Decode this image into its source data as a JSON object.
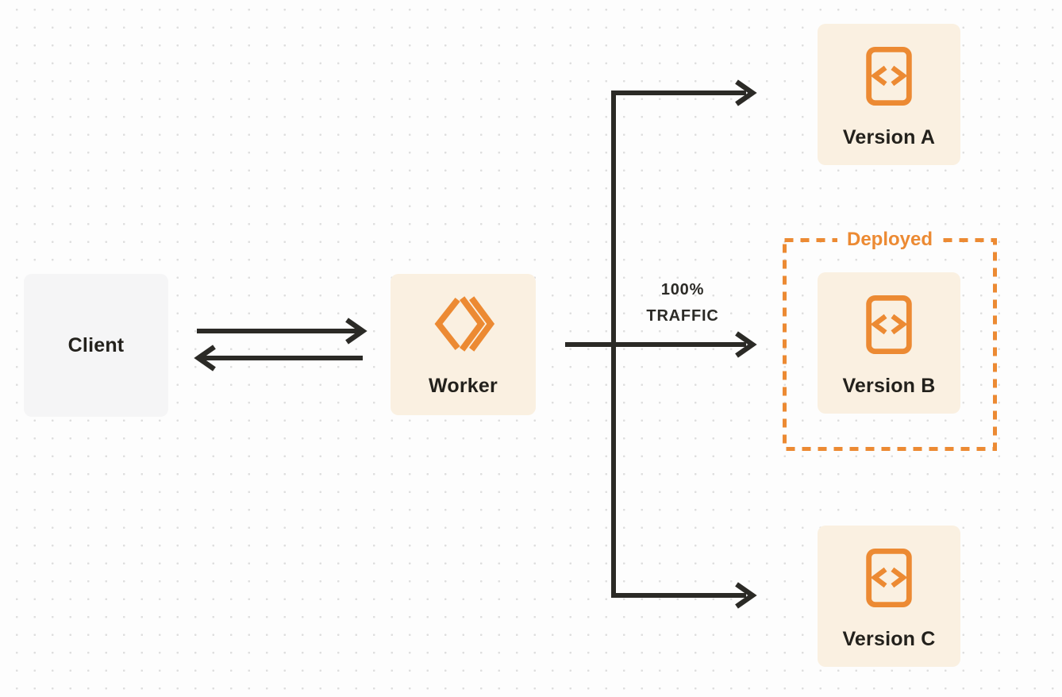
{
  "colors": {
    "accent_orange": "#EC8A33",
    "node_cream_background": "#FAF0E1",
    "client_gray_background": "#F5F5F6",
    "connector_dark": "#2B2A26",
    "text_dark": "#23211C",
    "page_background": "#FDFDFD",
    "dot_grid": "#DEDEDE"
  },
  "nodes": {
    "client": {
      "label": "Client"
    },
    "worker": {
      "label": "Worker",
      "icon": "cloudflare-workers-icon"
    },
    "version_a": {
      "label": "Version A",
      "icon": "code-file-icon"
    },
    "version_b": {
      "label": "Version B",
      "icon": "code-file-icon"
    },
    "version_c": {
      "label": "Version C",
      "icon": "code-file-icon"
    }
  },
  "annotations": {
    "deployed": "Deployed",
    "traffic_percent": "100%",
    "traffic_word": "TRAFFIC"
  }
}
